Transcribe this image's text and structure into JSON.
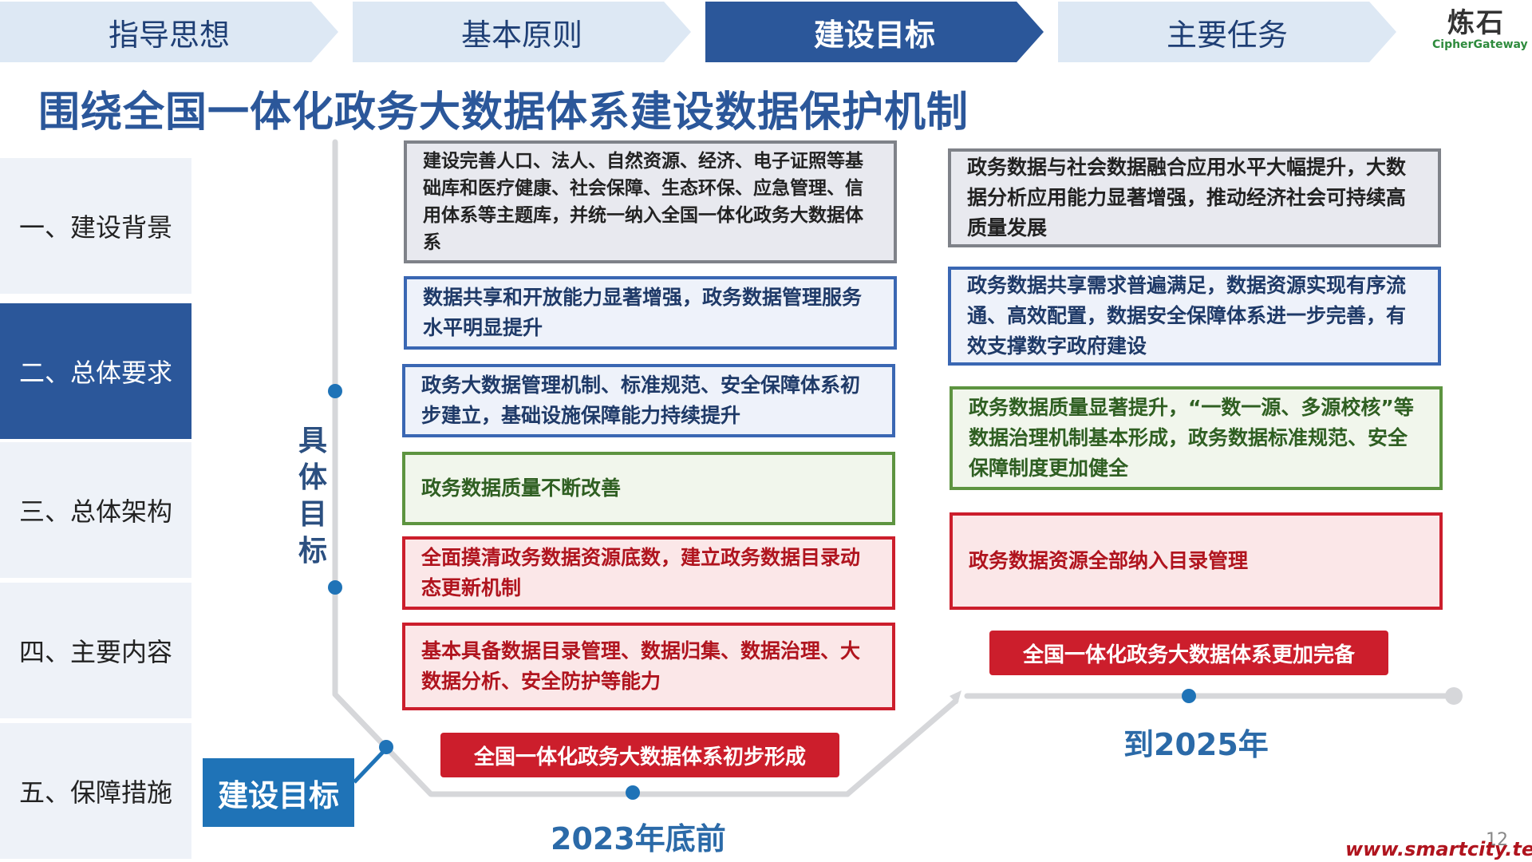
{
  "tabs": [
    {
      "label": "指导思想"
    },
    {
      "label": "基本原则"
    },
    {
      "label": "建设目标"
    },
    {
      "label": "主要任务"
    }
  ],
  "logo": {
    "mark": "炼石",
    "sub": "CipherGateway"
  },
  "page_title": "围绕全国一体化政务大数据体系建设数据保护机制",
  "sidebar": {
    "items": [
      {
        "label": "一、建设背景"
      },
      {
        "label": "二、总体要求"
      },
      {
        "label": "三、总体架构"
      },
      {
        "label": "四、主要内容"
      },
      {
        "label": "五、保障措施"
      }
    ]
  },
  "badge": "建设目标",
  "vertical_label": "具体目标",
  "goals_2023": {
    "boxes": [
      {
        "text": "建设完善人口、法人、自然资源、经济、电子证照等基础库和医疗健康、社会保障、生态环保、应急管理、信用体系等主题库，并统一纳入全国一体化政务大数据体系"
      },
      {
        "text": "数据共享和开放能力显著增强，政务数据管理服务水平明显提升"
      },
      {
        "text": "政务大数据管理机制、标准规范、安全保障体系初步建立，基础设施保障能力持续提升"
      },
      {
        "text": "政务数据质量不断改善"
      },
      {
        "text": "全面摸清政务数据资源底数，建立政务数据目录动态更新机制"
      },
      {
        "text": "基本具备数据目录管理、数据归集、数据治理、大数据分析、安全防护等能力"
      }
    ],
    "banner": "全国一体化政务大数据体系初步形成",
    "year": "2023年底前"
  },
  "goals_2025": {
    "boxes": [
      {
        "text": "政务数据与社会数据融合应用水平大幅提升，大数据分析应用能力显著增强，推动经济社会可持续高质量发展"
      },
      {
        "text": "政务数据共享需求普遍满足，数据资源实现有序流通、高效配置，数据安全保障体系进一步完善，有效支撑数字政府建设"
      },
      {
        "text": "政务数据质量显著提升，“一数一源、多源校核”等数据治理机制基本形成，政务数据标准规范、安全保障制度更加健全"
      },
      {
        "text": "政务数据资源全部纳入目录管理"
      }
    ],
    "banner": "全国一体化政务大数据体系更加完备",
    "year": "到2025年"
  },
  "page_number": "12",
  "website": "www.smartcity.team",
  "colors": {
    "primary_blue": "#2b579a",
    "red": "#cc1e2c",
    "green": "#5d9440",
    "gray_border": "#7f8289",
    "timeline_gray": "#d6d7da",
    "dot_blue": "#1f73b7"
  }
}
